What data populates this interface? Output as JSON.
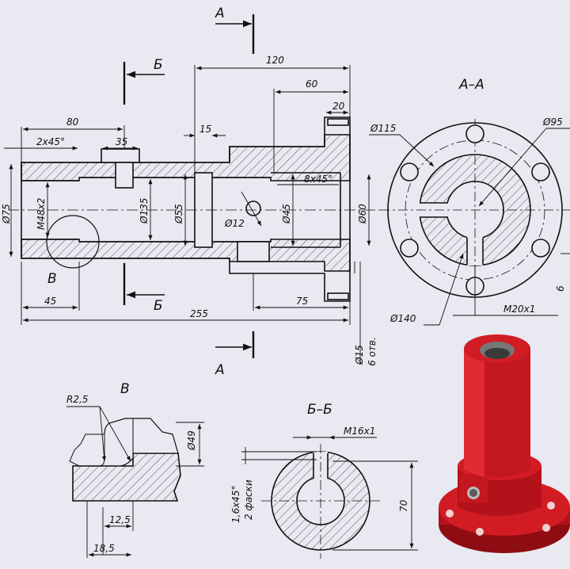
{
  "colors": {
    "background": "#e8e9f1",
    "line": "#111111",
    "part": "#c8141b",
    "hatch": "#555555"
  },
  "section_marks": {
    "a": "А",
    "b": "Б"
  },
  "views": {
    "section_aa": "А–А",
    "detail_v": "В",
    "section_bb": "Б–Б",
    "detail_label": "В"
  },
  "dims_main": {
    "d120": "120",
    "d60": "60",
    "d20": "20",
    "d80": "80",
    "d35": "35",
    "d2x45": "2x45°",
    "d15": "15",
    "d8x45": "8x45°",
    "d75": "Ø75",
    "thread_m48": "M48x2",
    "d135": "Ø135",
    "d55": "Ø55",
    "d12": "Ø12",
    "d45": "Ø45",
    "d60dia": "Ø60",
    "d45len": "45",
    "d255": "255",
    "d75len": "75",
    "holes": "Ø15",
    "holes_count": "6 отв."
  },
  "dims_aa": {
    "d115": "Ø115",
    "d95": "Ø95",
    "d140": "Ø140",
    "m20": "M20x1",
    "d6": "6"
  },
  "dims_v": {
    "r25": "R2,5",
    "d49": "Ø49",
    "d125": "12,5",
    "d185": "18,5"
  },
  "dims_bb": {
    "m16": "M16x1",
    "chamfer": "1,6x45°",
    "chamfer2": "2 фаски",
    "d70": "70"
  }
}
